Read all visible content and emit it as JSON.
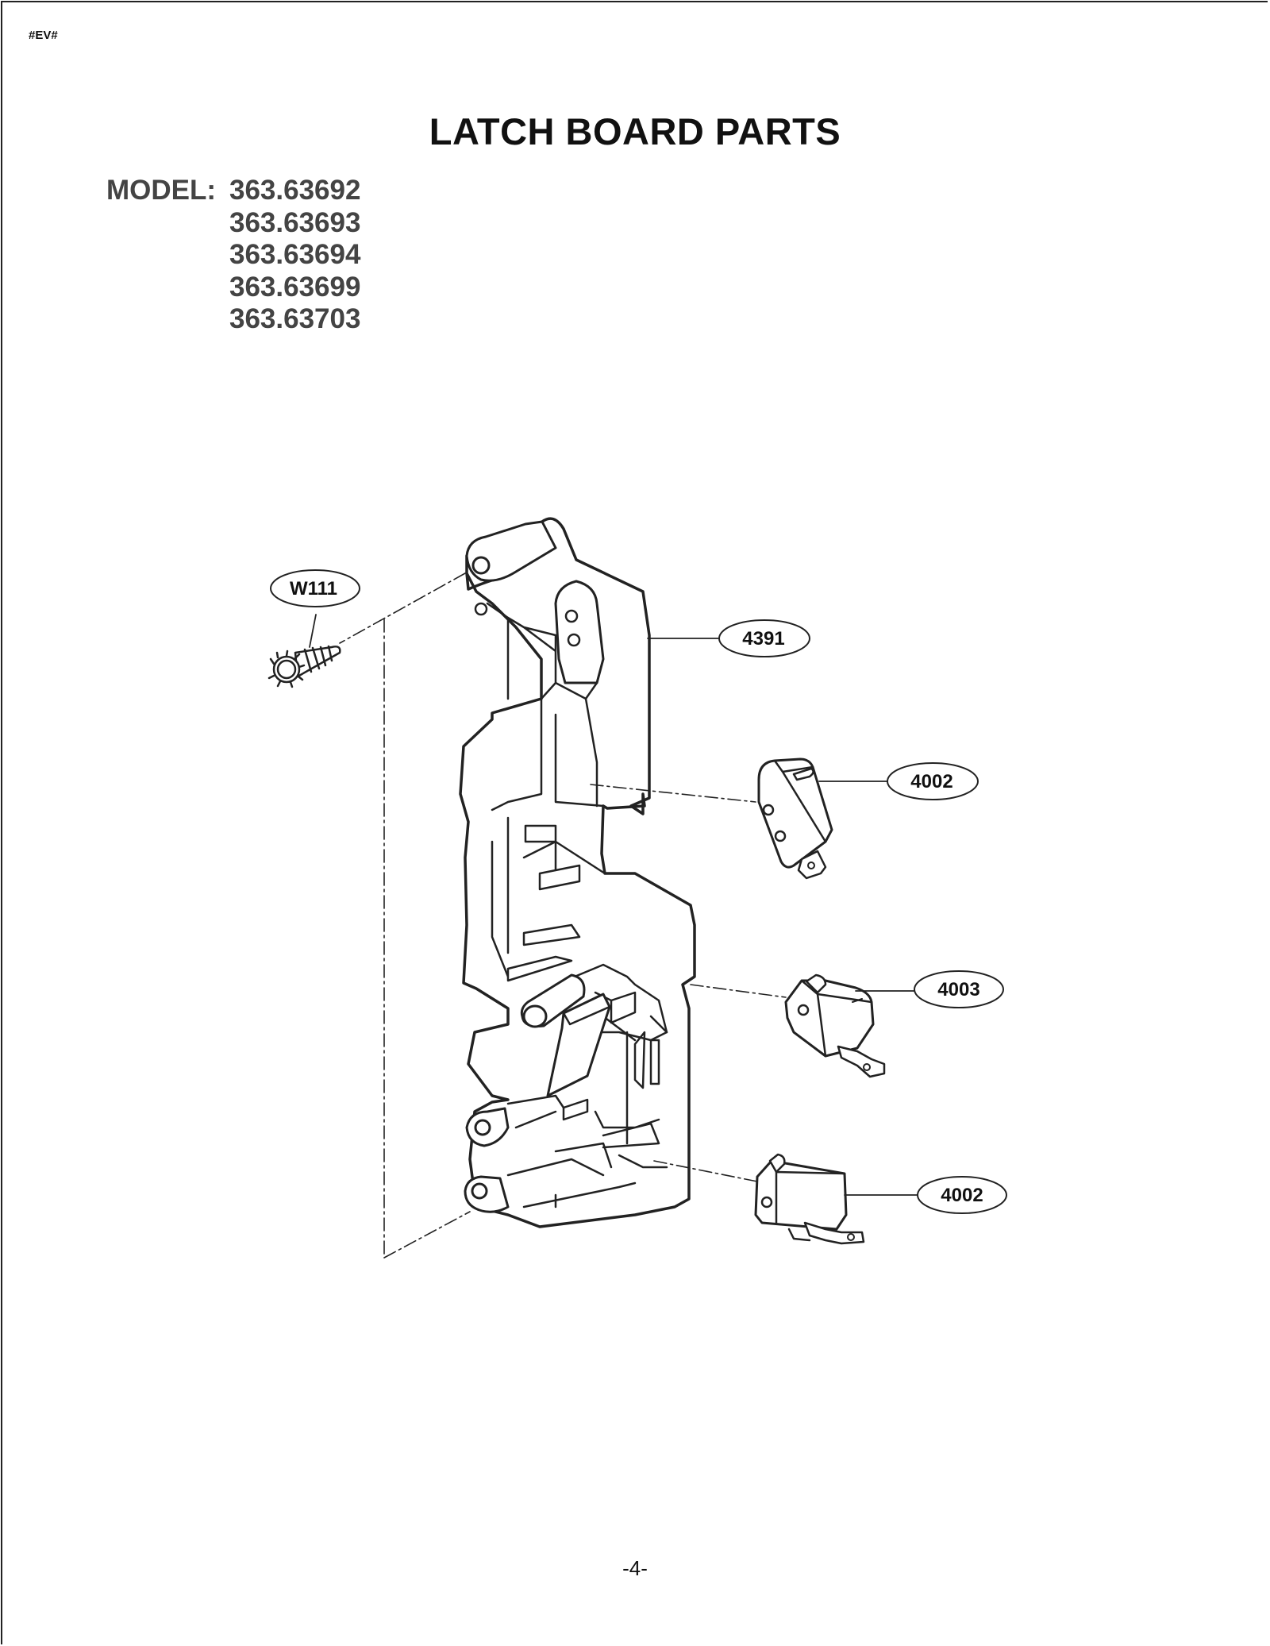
{
  "doc_code": "#EV#",
  "title": "LATCH BOARD PARTS",
  "model": {
    "label": "MODEL:",
    "numbers": [
      "363.63692",
      "363.63693",
      "363.63694",
      "363.63699",
      "363.63703"
    ]
  },
  "callouts": {
    "screw": "W111",
    "latch_board": "4391",
    "switch_top": "4002",
    "switch_middle": "4003",
    "switch_bottom": "4002"
  },
  "page_number": "-4-"
}
